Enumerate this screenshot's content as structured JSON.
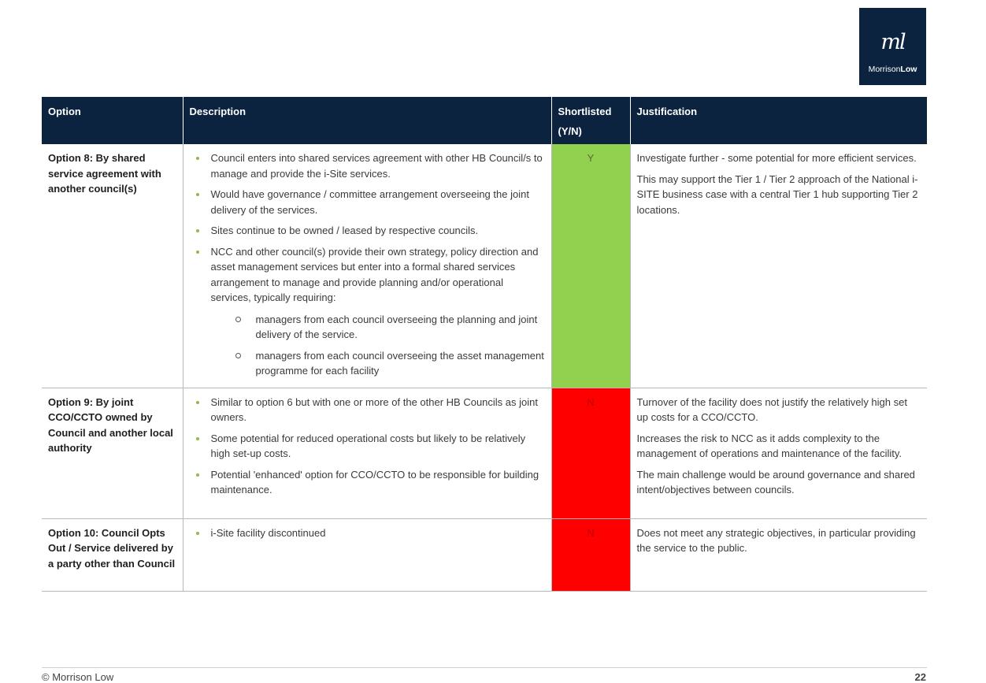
{
  "logo": {
    "mark": "ml",
    "word_left": "Morrison",
    "word_right": "Low"
  },
  "table": {
    "headers": {
      "option": "Option",
      "description": "Description",
      "shortlisted_line1": "Shortlisted",
      "shortlisted_line2": "(Y/N)",
      "justification": "Justification"
    },
    "rows": [
      {
        "option": "Option 8: By shared service agreement with another council(s)",
        "bullets": [
          "Council enters into shared services agreement with other HB Council/s to manage and provide the i-Site services.",
          "Would have governance / committee arrangement overseeing the joint delivery of the services.",
          "Sites continue to be owned / leased by respective councils.",
          "NCC and other council(s) provide their own strategy, policy direction and asset management services but enter into a formal shared services arrangement to manage and provide planning and/or operational services, typically requiring:"
        ],
        "sub_bullets": [
          "managers from each council overseeing the planning and joint delivery of the service.",
          "managers from each council overseeing the asset management programme for each facility"
        ],
        "shortlisted": "Y",
        "justification": [
          "Investigate further - some potential for more efficient services.",
          "This may support the Tier 1 / Tier 2 approach of the National i-SITE business case with a central Tier 1 hub supporting Tier 2 locations."
        ]
      },
      {
        "option": "Option 9: By joint CCO/CCTO owned by Council and another local authority",
        "bullets": [
          "Similar to option 6 but with one or more of the other HB Councils as joint owners.",
          "Some potential for reduced operational costs but likely to be relatively high set-up costs.",
          "Potential 'enhanced' option for CCO/CCTO to be responsible for building maintenance."
        ],
        "shortlisted": "N",
        "justification": [
          "Turnover of the facility does not justify the relatively high set up costs for a CCO/CCTO.",
          "Increases the risk to NCC as it adds complexity to the management of operations and maintenance of the facility.",
          "The main challenge would be around governance and shared intent/objectives between councils."
        ]
      },
      {
        "option": "Option 10: Council Opts Out / Service delivered by a party other than Council",
        "bullets": [
          "i-Site facility discontinued"
        ],
        "shortlisted": "N",
        "justification": [
          "Does not meet any strategic objectives, in particular providing the service to the public."
        ]
      }
    ]
  },
  "colors": {
    "header_bg": "#0c2340",
    "yes": "#92d050",
    "no": "#ff0000",
    "bullet": "#92b84a"
  },
  "footer": {
    "copyright": "© Morrison Low",
    "page_number": "22"
  }
}
